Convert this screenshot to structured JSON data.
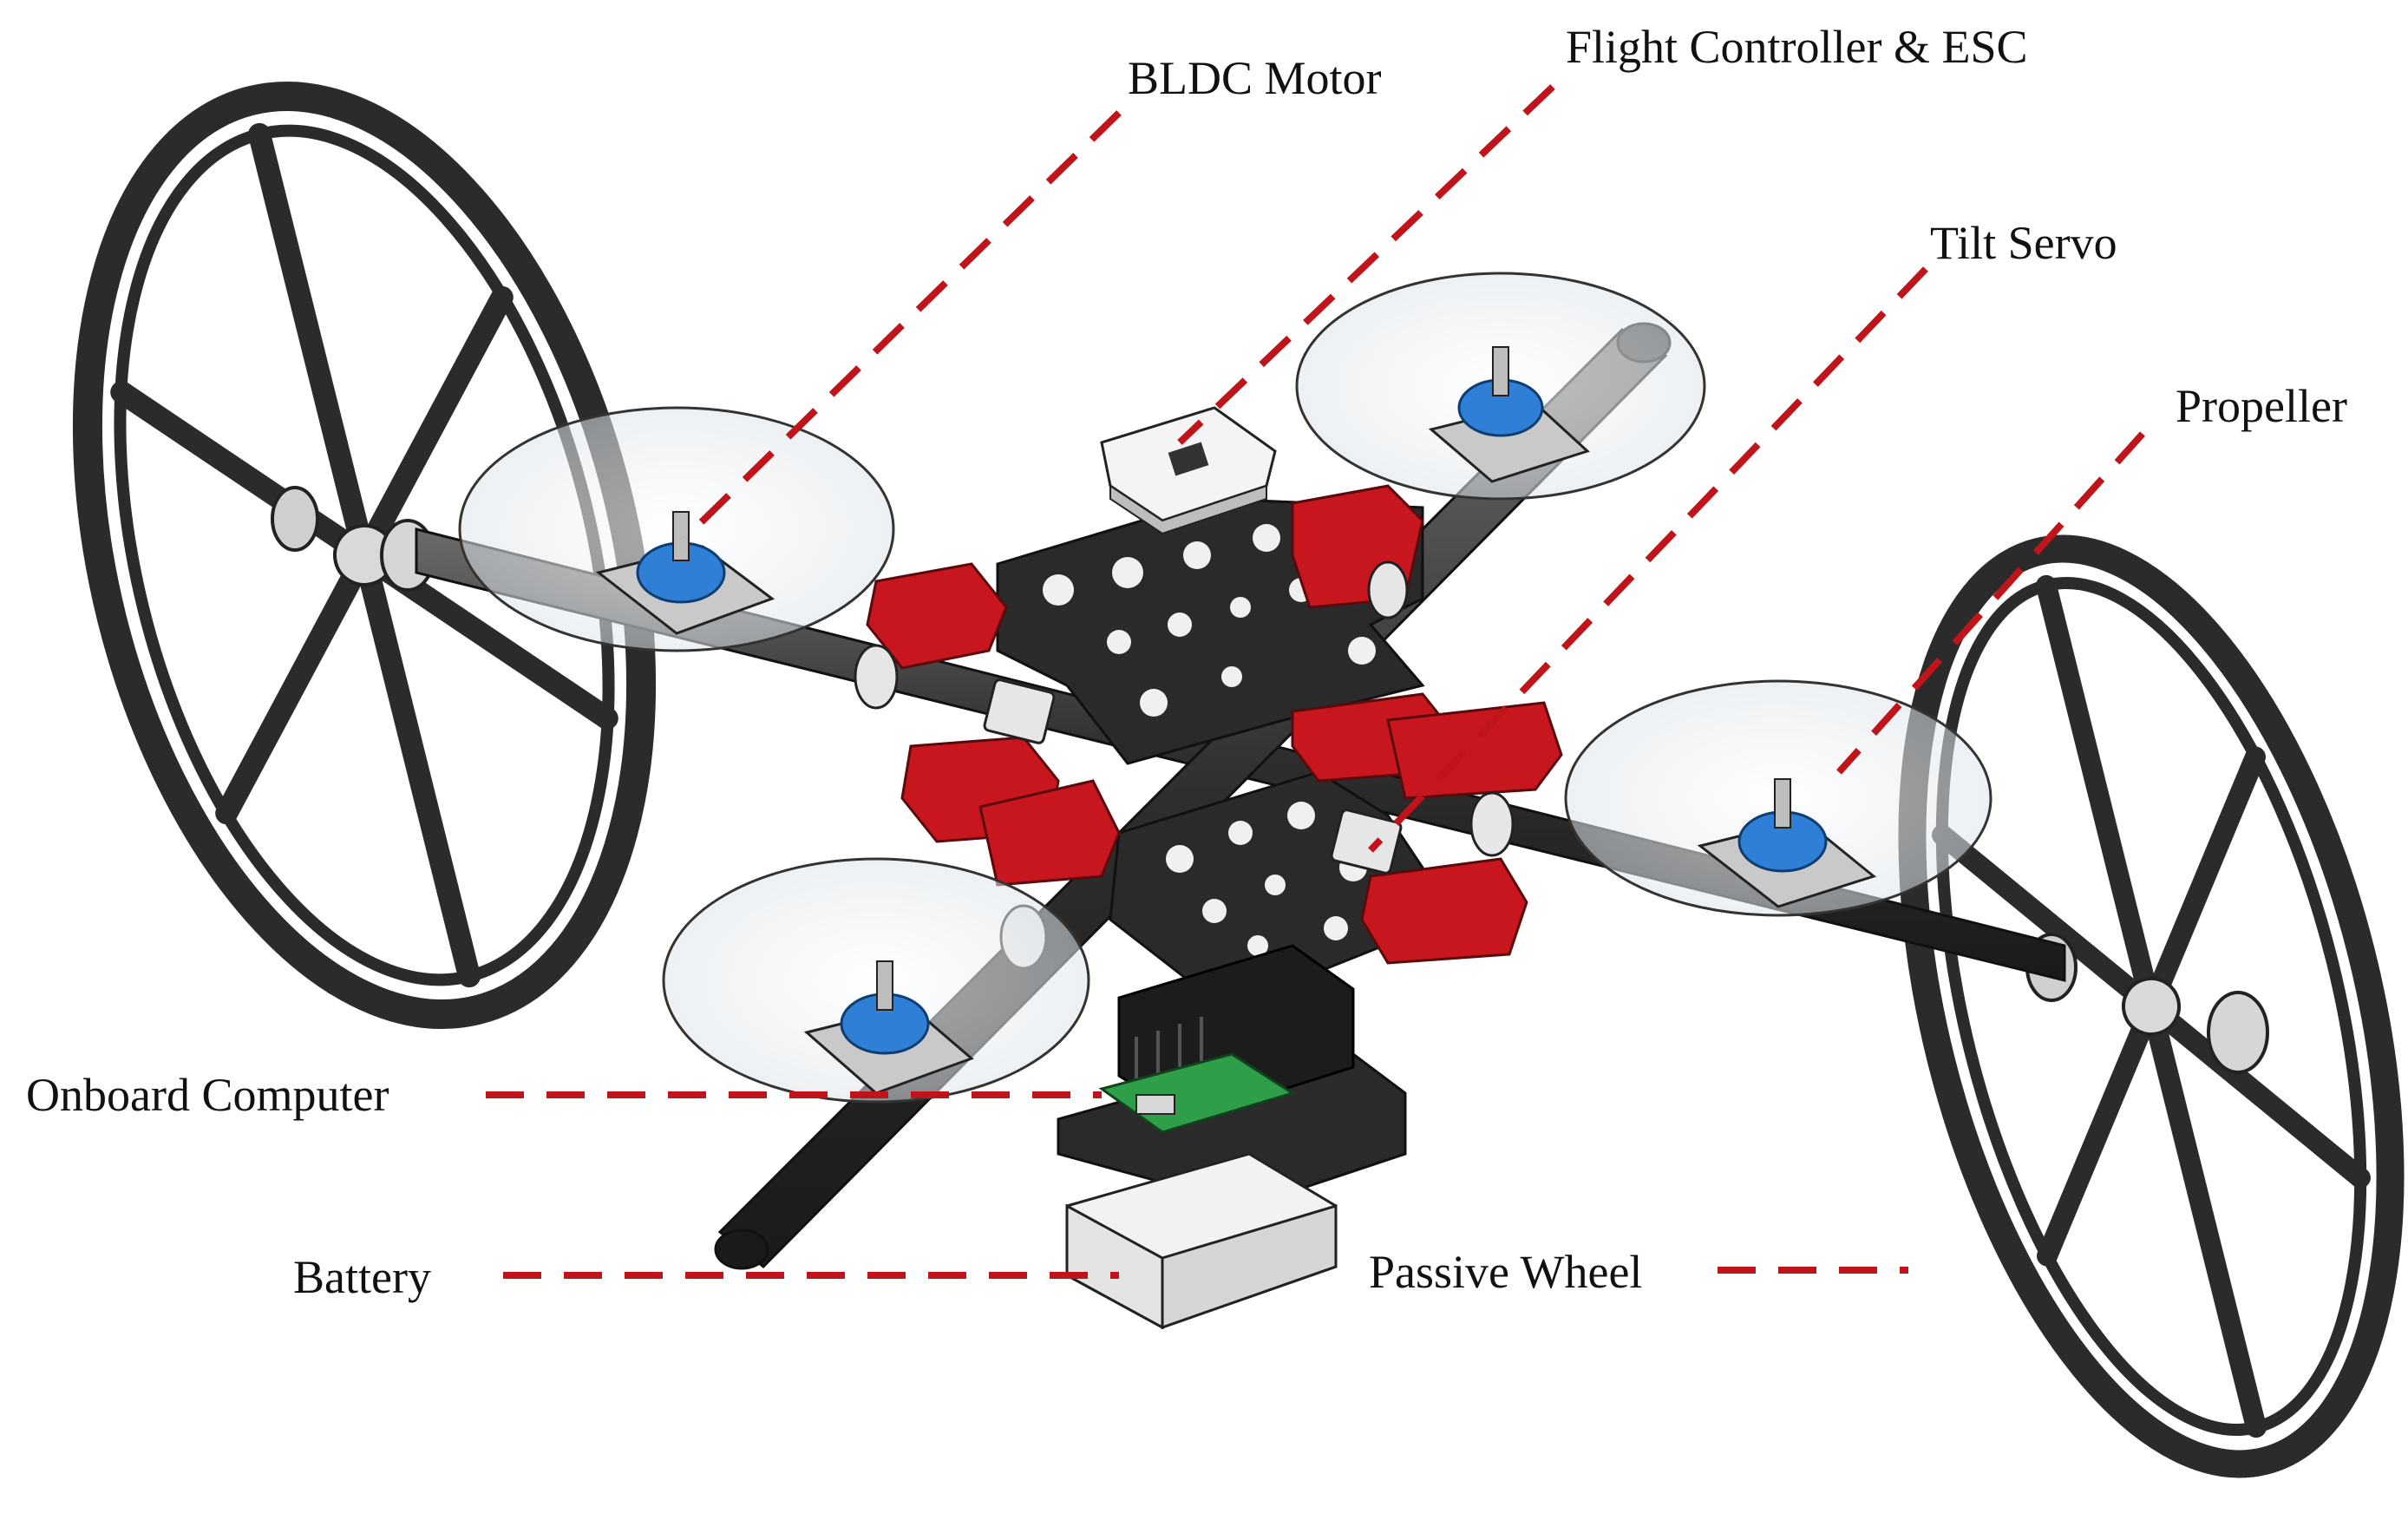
{
  "labels": {
    "bldc_motor": "BLDC Motor",
    "flight_controller": "Flight Controller & ESC",
    "tilt_servo": "Tilt Servo",
    "propeller": "Propeller",
    "onboard_computer": "Onboard Computer",
    "battery": "Battery",
    "passive_wheel": "Passive Wheel"
  },
  "colors": {
    "leader_line": "#c0141b",
    "frame": "#2a2a2a",
    "wheel": "#2b2b2b",
    "arm_tube": "#3a3a3a",
    "servo_bracket": "#c8161e",
    "motor": "#2f7fd6",
    "propeller_disc": "#e9eef3",
    "computer_board": "#2f9e48",
    "battery_body": "#f2f2f2",
    "mount_plate": "#c9c9c9"
  },
  "icons": {
    "motor": "bldc-motor-icon",
    "wheel": "spoked-wheel-icon",
    "propeller": "propeller-disc-icon"
  }
}
